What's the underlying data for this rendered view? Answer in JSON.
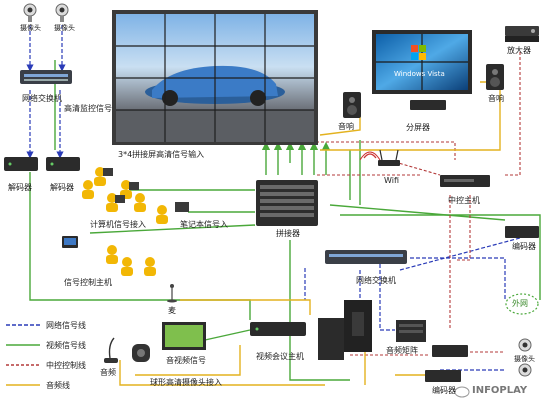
{
  "colors": {
    "network_line": "#2a3bb8",
    "video_line": "#4aa83a",
    "control_line": "#b33a3a",
    "audio_line": "#e3b21f",
    "device_dark": "#2b2b2b",
    "person_yellow": "#f2b705",
    "screen_blue": "#2d6fbf"
  },
  "labels": {
    "camera_left_1": "摄像头",
    "camera_left_2": "摄像头",
    "network_switch_top": "网络交换机",
    "hd_monitor_signal": "高清监控信号",
    "decoder_left_1": "解码器",
    "decoder_left_2": "解码器",
    "video_wall_input": "3*4拼接屏高清信号输入",
    "splitter": "分屏器",
    "amplifier": "放大器",
    "speaker_left": "音响",
    "speaker_right": "音响",
    "windows_brand": "Windows Vista",
    "wifi": "Wifi",
    "central_host": "中控主机",
    "computer_input": "计算机信号接入",
    "notebook_input": "笔记本信号入",
    "splicer": "拼接器",
    "encoder_right": "编码器",
    "signal_control_host": "信号控制主机",
    "network_switch_center": "网络交换机",
    "extranet": "外网",
    "mic_small": "麦",
    "audio_matrix": "音频矩阵",
    "video_conf_host": "视频会议主机",
    "video_signal": "音视频信号",
    "audio_bottom": "音频",
    "dome_camera_input": "球形高清摄像头接入",
    "camera_bottom_right": "摄像头",
    "encoder_bottom": "编码器",
    "watermark": "INFOPLAY"
  },
  "legend": [
    {
      "label": "网络信号线",
      "line": "network"
    },
    {
      "label": "视频信号线",
      "line": "video"
    },
    {
      "label": "中控控制线",
      "line": "control"
    },
    {
      "label": "音频线",
      "line": "audio"
    }
  ]
}
